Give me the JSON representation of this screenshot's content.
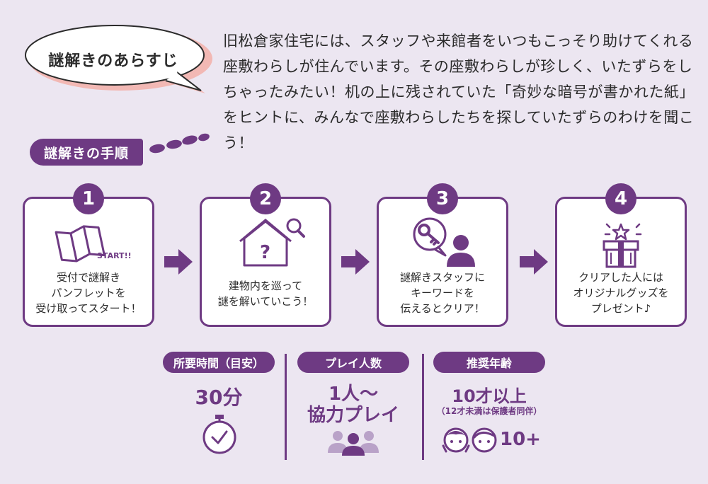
{
  "bubble": {
    "title": "謎解きのあらすじ"
  },
  "story": "旧松倉家住宅には、スタッフや来館者をいつもこっそり助けてくれる座敷わらしが住んでいます。その座敷わらしが珍しく、いたずらをしちゃったみたい！机の上に残されていた「奇妙な暗号が書かれた紙」をヒントに、みんなで座敷わらしたちを探していたずらのわけを聞こう！",
  "procedure": {
    "label": "謎解きの手順"
  },
  "steps": [
    {
      "num": "1",
      "text": "受付で謎解き\nパンフレットを\n受け取ってスタート！",
      "icon": "map-icon",
      "badge": "START!!"
    },
    {
      "num": "2",
      "text": "建物内を巡って\n謎を解いていこう！",
      "icon": "house-search-icon",
      "badge": "?"
    },
    {
      "num": "3",
      "text": "謎解きスタッフに\nキーワードを\n伝えるとクリア！",
      "icon": "key-person-icon"
    },
    {
      "num": "4",
      "text": "クリアした人には\nオリジナルグッズを\nプレゼント♪",
      "icon": "gift-box-icon"
    }
  ],
  "info": {
    "time": {
      "label": "所要時間（目安）",
      "value": "30分",
      "icon": "stopwatch-icon"
    },
    "players": {
      "label": "プレイ人数",
      "value_line1": "1人～",
      "value_line2": "協力プレイ",
      "icon": "people-icon"
    },
    "age": {
      "label": "推奨年齢",
      "value": "10才以上",
      "note": "（12才未満は保護者同伴）",
      "badge": "10+",
      "icon": "children-icon"
    }
  },
  "colors": {
    "accent": "#6e3a83",
    "background": "#ece6f1",
    "bubble_shadow": "#f2b8b4"
  }
}
